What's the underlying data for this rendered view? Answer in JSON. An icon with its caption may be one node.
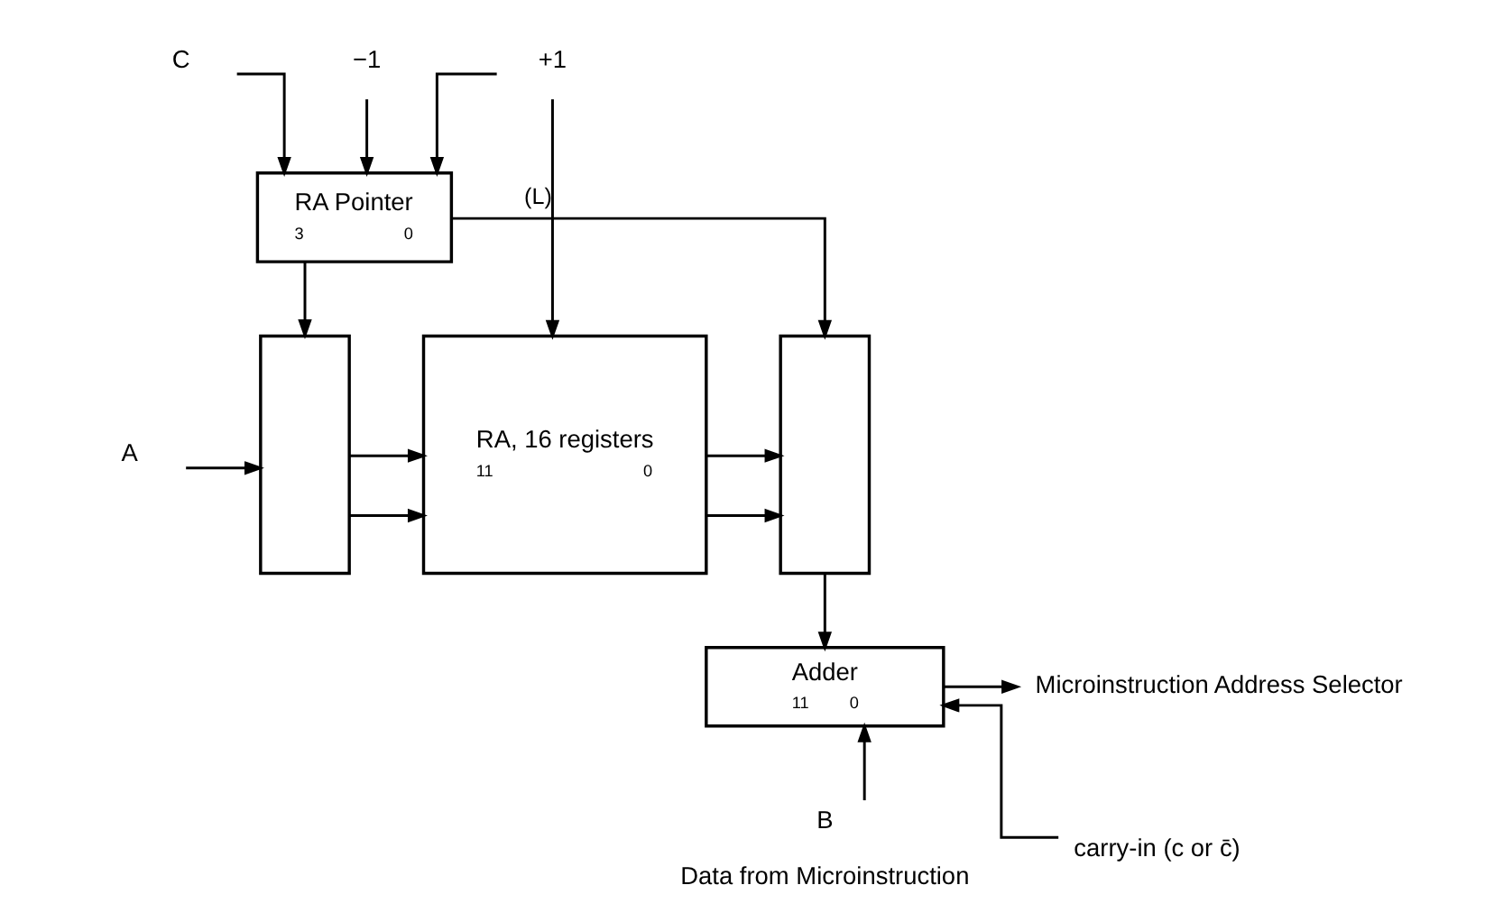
{
  "diagram": {
    "nodes": [
      {
        "text": [
          "C"
        ]
      },
      {
        "text": [
          "−1"
        ]
      },
      {
        "text": [
          "+1"
        ]
      },
      {
        "text": [
          "RA Pointer",
          "3",
          "0"
        ]
      },
      {
        "text": [],
        "shape": "box"
      },
      {
        "text": [
          "A"
        ]
      },
      {
        "text": [
          "RA, 16 registers",
          "11",
          "0"
        ]
      },
      {
        "text": [],
        "shape": "box"
      },
      {
        "text": [
          "Adder",
          "11",
          "0"
        ]
      },
      {
        "text": [
          "Microinstruction Address Selector"
        ]
      },
      {
        "text": [
          "carry-in (c or c̄)"
        ]
      },
      {
        "text": [
          "B"
        ],
        "beside": [
          "Data from Microinstruction"
        ]
      }
    ],
    "edges": [
      {
        "from": 0,
        "to": 3,
        "arrow": "to"
      },
      {
        "from": 1,
        "to": 3,
        "arrow": "to"
      },
      {
        "from": 2,
        "to": 3,
        "arrow": "to"
      },
      {
        "from": 3,
        "to": 4,
        "arrow": "to"
      },
      {
        "from": 3,
        "to": 7,
        "arrow": "to"
      },
      {
        "from": 2,
        "to": 6,
        "arrow": "to",
        "label": "(L)"
      },
      {
        "from": 5,
        "to": 4,
        "arrow": "to"
      },
      {
        "from": 4,
        "to": 6,
        "arrow": "to"
      },
      {
        "from": 4,
        "to": 6,
        "arrow": "to"
      },
      {
        "from": 6,
        "to": 7,
        "arrow": "to"
      },
      {
        "from": 6,
        "to": 7,
        "arrow": "to"
      },
      {
        "from": 7,
        "to": 8,
        "arrow": "to"
      },
      {
        "from": 8,
        "to": 9,
        "arrow": "to"
      },
      {
        "from": 10,
        "to": 8,
        "arrow": "to"
      },
      {
        "from": 11,
        "to": 8,
        "arrow": "to"
      }
    ]
  }
}
